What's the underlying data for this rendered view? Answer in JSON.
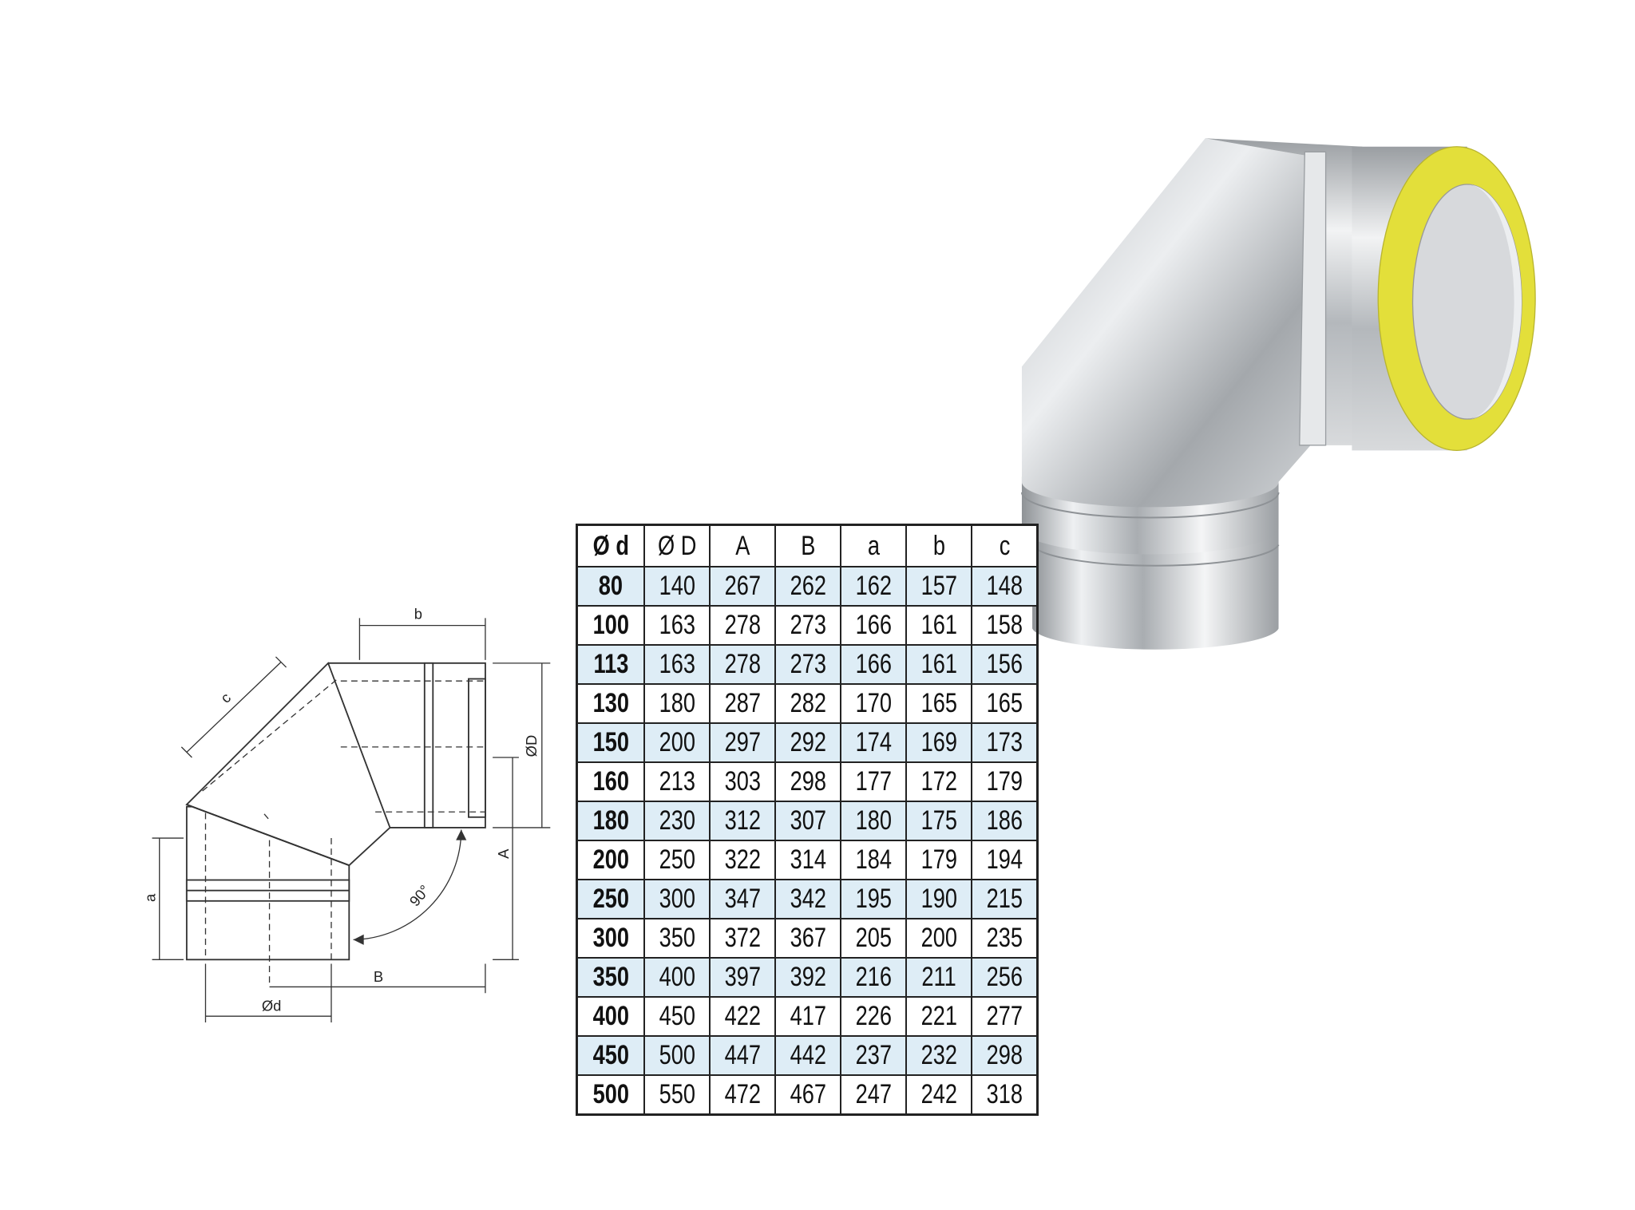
{
  "drawing": {
    "labels": {
      "b": "b",
      "c": "c",
      "OD": "ØD",
      "A": "A",
      "a": "a",
      "angle": "90°",
      "B": "B",
      "Od": "Ød"
    }
  },
  "table": {
    "headers": [
      "Ø d",
      "Ø D",
      "A",
      "B",
      "a",
      "b",
      "c"
    ],
    "rows": [
      [
        "80",
        "140",
        "267",
        "262",
        "162",
        "157",
        "148"
      ],
      [
        "100",
        "163",
        "278",
        "273",
        "166",
        "161",
        "158"
      ],
      [
        "113",
        "163",
        "278",
        "273",
        "166",
        "161",
        "156"
      ],
      [
        "130",
        "180",
        "287",
        "282",
        "170",
        "165",
        "165"
      ],
      [
        "150",
        "200",
        "297",
        "292",
        "174",
        "169",
        "173"
      ],
      [
        "160",
        "213",
        "303",
        "298",
        "177",
        "172",
        "179"
      ],
      [
        "180",
        "230",
        "312",
        "307",
        "180",
        "175",
        "186"
      ],
      [
        "200",
        "250",
        "322",
        "314",
        "184",
        "179",
        "194"
      ],
      [
        "250",
        "300",
        "347",
        "342",
        "195",
        "190",
        "215"
      ],
      [
        "300",
        "350",
        "372",
        "367",
        "205",
        "200",
        "235"
      ],
      [
        "350",
        "400",
        "397",
        "392",
        "216",
        "211",
        "256"
      ],
      [
        "400",
        "450",
        "422",
        "417",
        "226",
        "221",
        "277"
      ],
      [
        "450",
        "500",
        "447",
        "442",
        "237",
        "232",
        "298"
      ],
      [
        "500",
        "550",
        "472",
        "467",
        "247",
        "242",
        "318"
      ]
    ],
    "alt_row_color": "#deedf6"
  },
  "photo": {
    "insulation_color": "#e3df3a",
    "steel_color": "#c9ccd0"
  }
}
